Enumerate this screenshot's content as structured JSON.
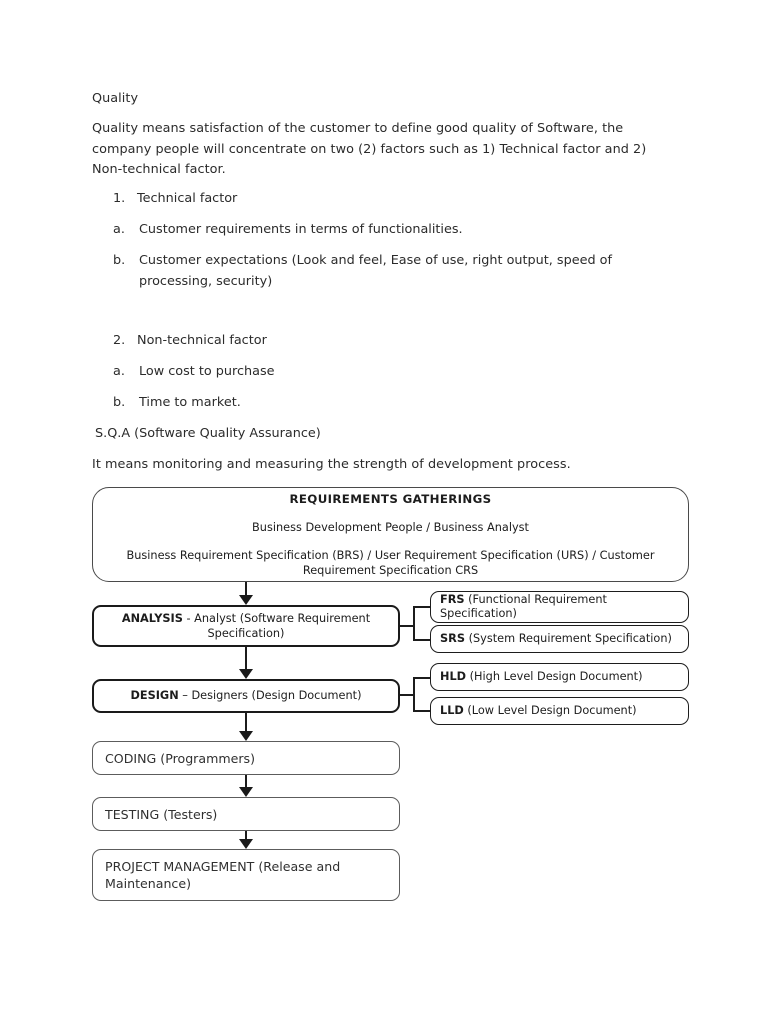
{
  "document": {
    "heading": "Quality",
    "intro_paragraph": "Quality means satisfaction of the customer to define good quality of Software, the company people will concentrate on two (2) factors such as 1) Technical factor and 2) Non-technical factor.",
    "lists": [
      {
        "marker": "1.",
        "text": "Technical factor"
      },
      {
        "marker": "a.",
        "text": "Customer requirements in terms of functionalities."
      },
      {
        "marker": "b.",
        "text": "Customer expectations (Look and feel, Ease of use, right output, speed of processing, security)"
      },
      {
        "marker": "2.",
        "text": "Non-technical factor"
      },
      {
        "marker": "a.",
        "text": "Low cost to purchase"
      },
      {
        "marker": "b.",
        "text": "Time to market."
      }
    ],
    "sqa_heading": "S.Q.A (Software Quality Assurance)",
    "sqa_paragraph": "It means monitoring and measuring the strength of development process."
  },
  "diagram": {
    "requirements_gatherings": {
      "title": "REQUIREMENTS GATHERINGS",
      "line2": "Business Development People / Business Analyst",
      "line3": "Business Requirement Specification (BRS) / User Requirement Specification (URS) / Customer Requirement Specification CRS"
    },
    "analysis": {
      "label": "ANALYSIS",
      "detail": " - Analyst (Software Requirement Specification)"
    },
    "design": {
      "label": "DESIGN",
      "detail": " – Designers (Design Document)"
    },
    "coding": "CODING (Programmers)",
    "testing": "TESTING (Testers)",
    "project_management": "PROJECT MANAGEMENT (Release and Maintenance)",
    "side_nodes": [
      {
        "abbr": "FRS",
        "expansion": " (Functional Requirement Specification)"
      },
      {
        "abbr": "SRS",
        "expansion": " (System Requirement Specification)"
      },
      {
        "abbr": "HLD",
        "expansion": " (High Level Design Document)"
      },
      {
        "abbr": "LLD",
        "expansion": " (Low Level Design Document)"
      }
    ]
  },
  "colors": {
    "page_background": "#ffffff",
    "body_text": "#2b2b2b",
    "node_border_strong": "#1a1a1a",
    "node_border_light": "#5c5c5c",
    "connector": "#1c1c1c"
  }
}
